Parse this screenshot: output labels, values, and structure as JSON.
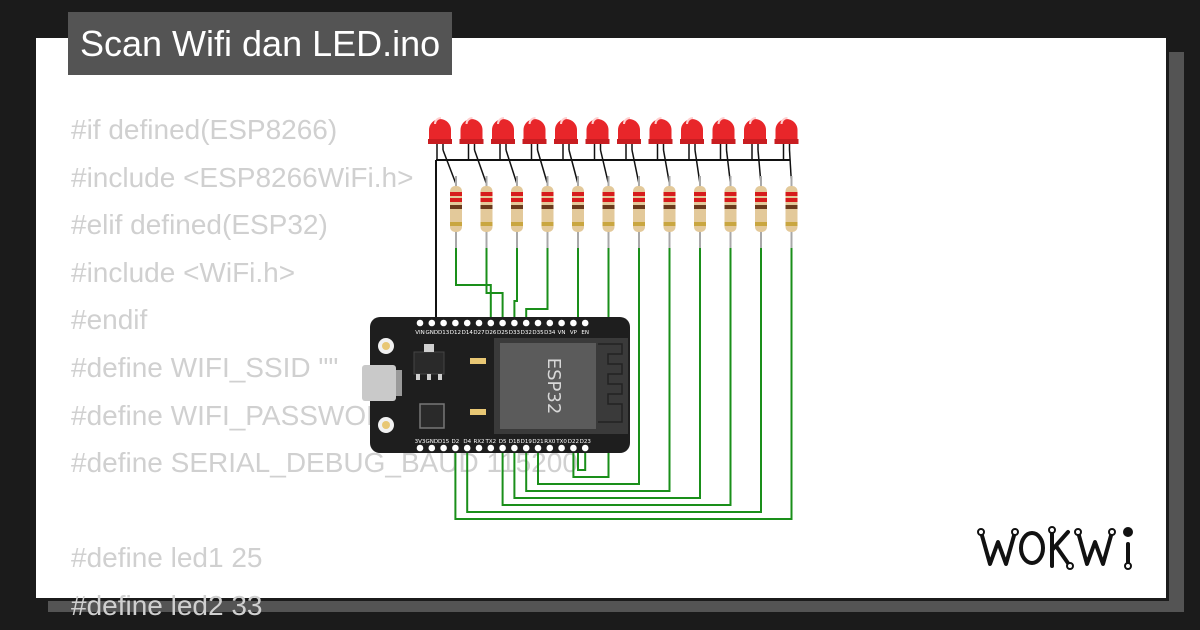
{
  "project": {
    "title": "Scan Wifi dan LED.ino"
  },
  "code_lines": [
    "#if defined(ESP8266)",
    "#include <ESP8266WiFi.h>",
    "#elif defined(ESP32)",
    "#include <WiFi.h>",
    "#endif",
    "#define WIFI_SSID \"\"",
    "#define WIFI_PASSWORD \"\"",
    "#define SERIAL_DEBUG_BAUD 115200",
    "",
    "#define led1 25",
    "#define led2 33"
  ],
  "board": {
    "chip_label": "ESP32",
    "top_pins": [
      "VIN",
      "GND",
      "D13",
      "D12",
      "D14",
      "D27",
      "D26",
      "D25",
      "D33",
      "D32",
      "D35",
      "D34",
      "VN",
      "VP",
      "EN"
    ],
    "bottom_pins": [
      "3V3",
      "GND",
      "D15",
      "D2",
      "D4",
      "RX2",
      "TX2",
      "D5",
      "D18",
      "D19",
      "D21",
      "RX0",
      "TX0",
      "D22",
      "D23"
    ]
  },
  "components": {
    "led_count": 12,
    "resistor_count": 12
  },
  "brand": {
    "logo_text": "WOKWI"
  },
  "colors": {
    "led_red": "#e8262a",
    "wire_green": "#1a8f1a",
    "board": "#1e1e1e",
    "badge": "#545454",
    "code_text": "#d0d0d0"
  }
}
